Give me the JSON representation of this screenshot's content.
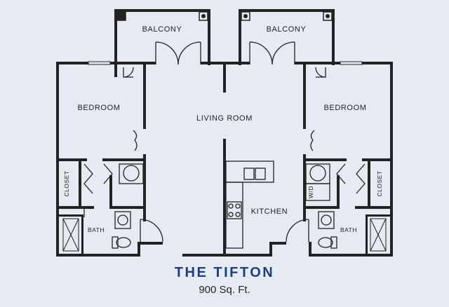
{
  "plan": {
    "name": "THE TIFTON",
    "area": "900 Sq. Ft."
  },
  "rooms": {
    "balcony_left": "BALCONY",
    "balcony_right": "BALCONY",
    "bedroom_left": "BEDROOM",
    "bedroom_right": "BEDROOM",
    "living_room": "LIVING ROOM",
    "kitchen": "KITCHEN",
    "closet_left": "CLOSET",
    "closet_right": "CLOSET",
    "bath_left": "BATH",
    "bath_right": "BATH",
    "washer_dryer": "W/D"
  },
  "colors": {
    "background": "#e6eaf2",
    "walls": "#222222",
    "title": "#1f3f7a"
  }
}
